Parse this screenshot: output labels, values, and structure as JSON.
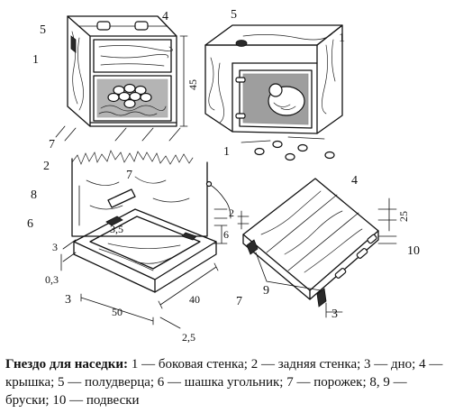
{
  "callouts": {
    "tl": [
      "5",
      "4",
      "1",
      "45",
      "7"
    ],
    "tr": [
      "5",
      "1"
    ],
    "ml": [
      "2",
      "7",
      "1",
      "8",
      "6",
      "3,5",
      "6",
      "2",
      "3",
      "0,3",
      "3",
      "50",
      "40",
      "7",
      "2,5"
    ],
    "mr": [
      "4",
      "25",
      "10",
      "9",
      "3"
    ]
  },
  "caption": {
    "title": "Гнездо для наседки:",
    "body": " 1 — боковая стенка; 2 — задняя стенка; 3 — дно; 4 — крышка; 5 — полудверца; 6 — шашка угольник; 7 — порожек; 8, 9 — бруски; 10 — подвески"
  }
}
